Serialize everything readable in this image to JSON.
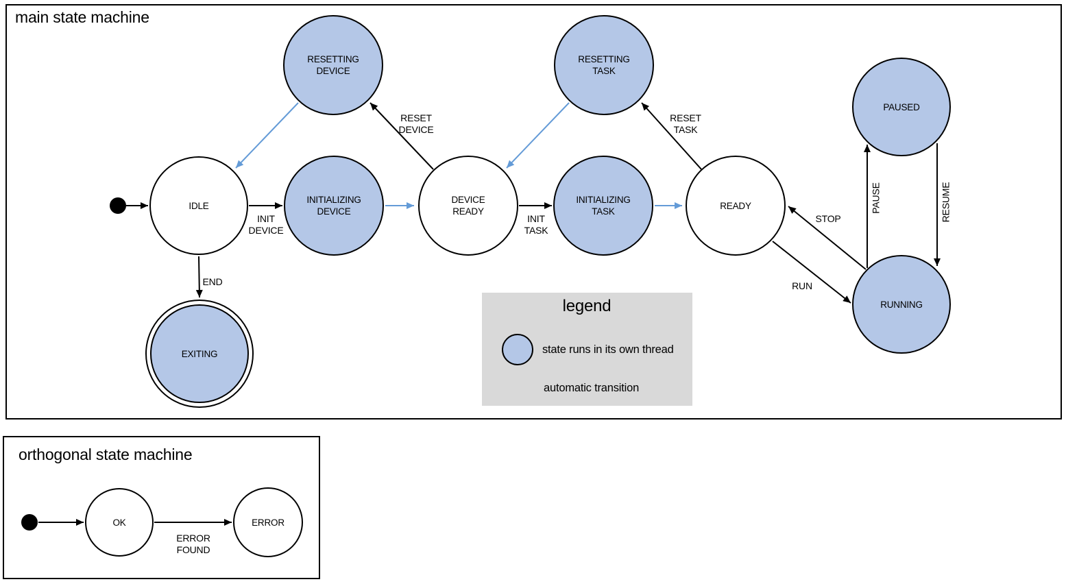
{
  "main": {
    "title": "main state machine",
    "states": {
      "idle": {
        "label": "IDLE",
        "threaded": false
      },
      "resetting_device": {
        "label": "RESETTING\nDEVICE",
        "threaded": true
      },
      "initializing_device": {
        "label": "INITIALIZING\nDEVICE",
        "threaded": true
      },
      "device_ready": {
        "label": "DEVICE\nREADY",
        "threaded": false
      },
      "resetting_task": {
        "label": "RESETTING\nTASK",
        "threaded": true
      },
      "initializing_task": {
        "label": "INITIALIZING\nTASK",
        "threaded": true
      },
      "ready": {
        "label": "READY",
        "threaded": false
      },
      "paused": {
        "label": "PAUSED",
        "threaded": true
      },
      "running": {
        "label": "RUNNING",
        "threaded": true
      },
      "exiting": {
        "label": "EXITING",
        "threaded": true,
        "final": true
      }
    },
    "transitions": {
      "init_device": "INIT\nDEVICE",
      "end": "END",
      "reset_device": "RESET\nDEVICE",
      "init_task": "INIT\nTASK",
      "reset_task": "RESET\nTASK",
      "stop": "STOP",
      "run": "RUN",
      "pause": "PAUSE",
      "resume": "RESUME"
    }
  },
  "legend": {
    "title": "legend",
    "thread_label": "state runs in its own thread",
    "auto_label": "automatic transition"
  },
  "orthogonal": {
    "title": "orthogonal state machine",
    "states": {
      "ok": {
        "label": "OK"
      },
      "error": {
        "label": "ERROR"
      }
    },
    "transitions": {
      "error_found": "ERROR\nFOUND"
    }
  },
  "colors": {
    "threaded_state_fill": "#b4c7e7",
    "automatic_transition_arrow": "#649bd7",
    "legend_background": "#d9d9d9",
    "outline": "#000000"
  }
}
